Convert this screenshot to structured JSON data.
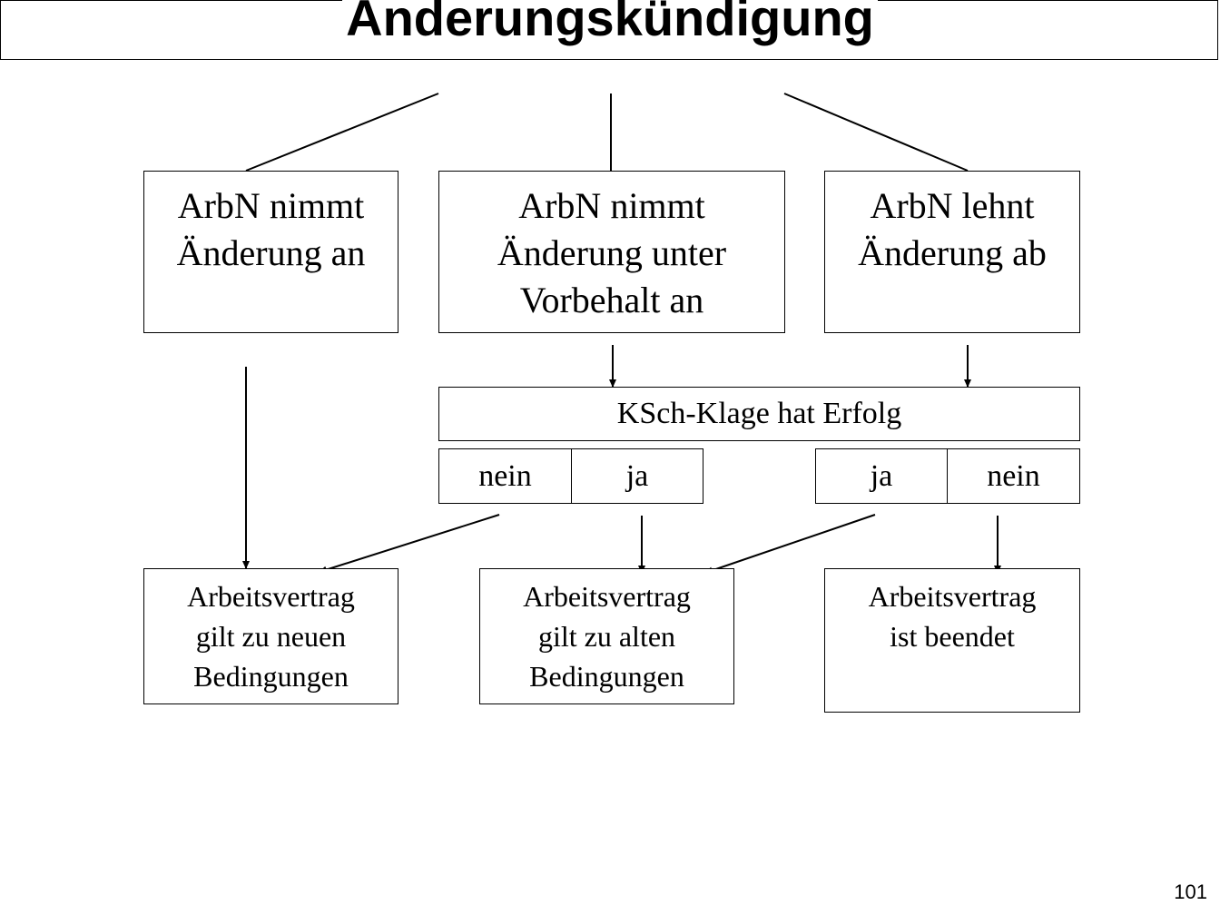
{
  "title": "Änderungskündigung",
  "page_number": "101",
  "options": {
    "accept": "ArbN nimmt\nÄnderung an",
    "accept_with_reservation": "ArbN nimmt\nÄnderung unter\nVorbehalt an",
    "reject": "ArbN lehnt\nÄnderung ab"
  },
  "lawsuit": {
    "label": "KSch-Klage hat Erfolg",
    "left_no": "nein",
    "left_yes": "ja",
    "right_yes": "ja",
    "right_no": "nein"
  },
  "outcomes": {
    "new_conditions": "Arbeitsvertrag\ngilt zu neuen\nBedingungen",
    "old_conditions": "Arbeitsvertrag\ngilt zu alten\nBedingungen",
    "terminated": "Arbeitsvertrag\nist beendet"
  }
}
